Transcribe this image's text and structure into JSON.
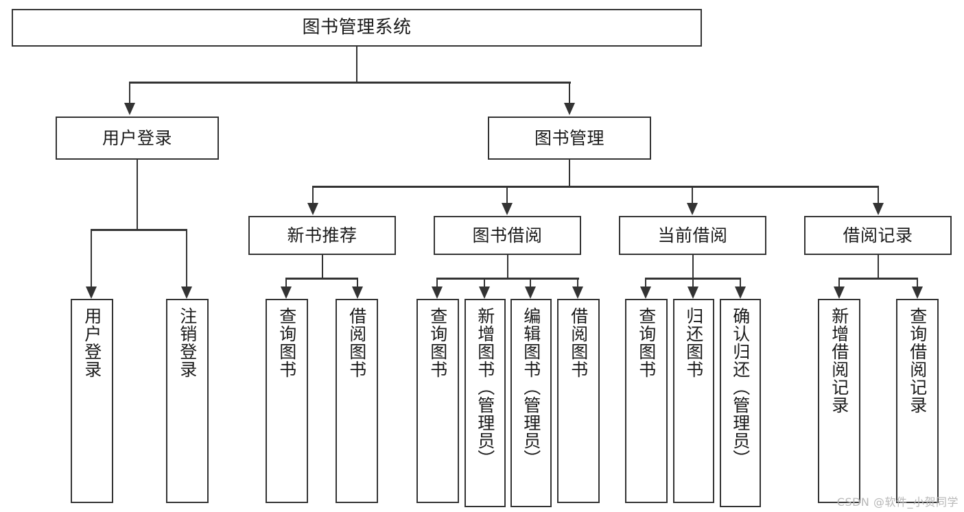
{
  "diagram": {
    "type": "hierarchy-tree",
    "title": "图书管理系统",
    "watermark": "CSDN @软件_小贺同学",
    "root": {
      "label": "图书管理系统"
    },
    "level2": [
      {
        "label": "用户登录"
      },
      {
        "label": "图书管理"
      }
    ],
    "level3": [
      {
        "label": "新书推荐"
      },
      {
        "label": "图书借阅"
      },
      {
        "label": "当前借阅"
      },
      {
        "label": "借阅记录"
      }
    ],
    "leaves": {
      "user_login": [
        {
          "label": "用户登录"
        },
        {
          "label": "注销登录"
        }
      ],
      "new_book_recommend": [
        {
          "label": "查询图书"
        },
        {
          "label": "借阅图书"
        }
      ],
      "book_borrow": [
        {
          "label": "查询图书"
        },
        {
          "label": "新增图书（管理员）"
        },
        {
          "label": "编辑图书（管理员）"
        },
        {
          "label": "借阅图书"
        }
      ],
      "current_borrow": [
        {
          "label": "查询图书"
        },
        {
          "label": "归还图书"
        },
        {
          "label": "确认归还（管理员）"
        }
      ],
      "borrow_record": [
        {
          "label": "新增借阅记录"
        },
        {
          "label": "查询借阅记录"
        }
      ]
    },
    "colors": {
      "stroke": "#333333",
      "fill": "#ffffff",
      "text": "#1a1a1a",
      "watermark": "#b8b8b8"
    }
  }
}
